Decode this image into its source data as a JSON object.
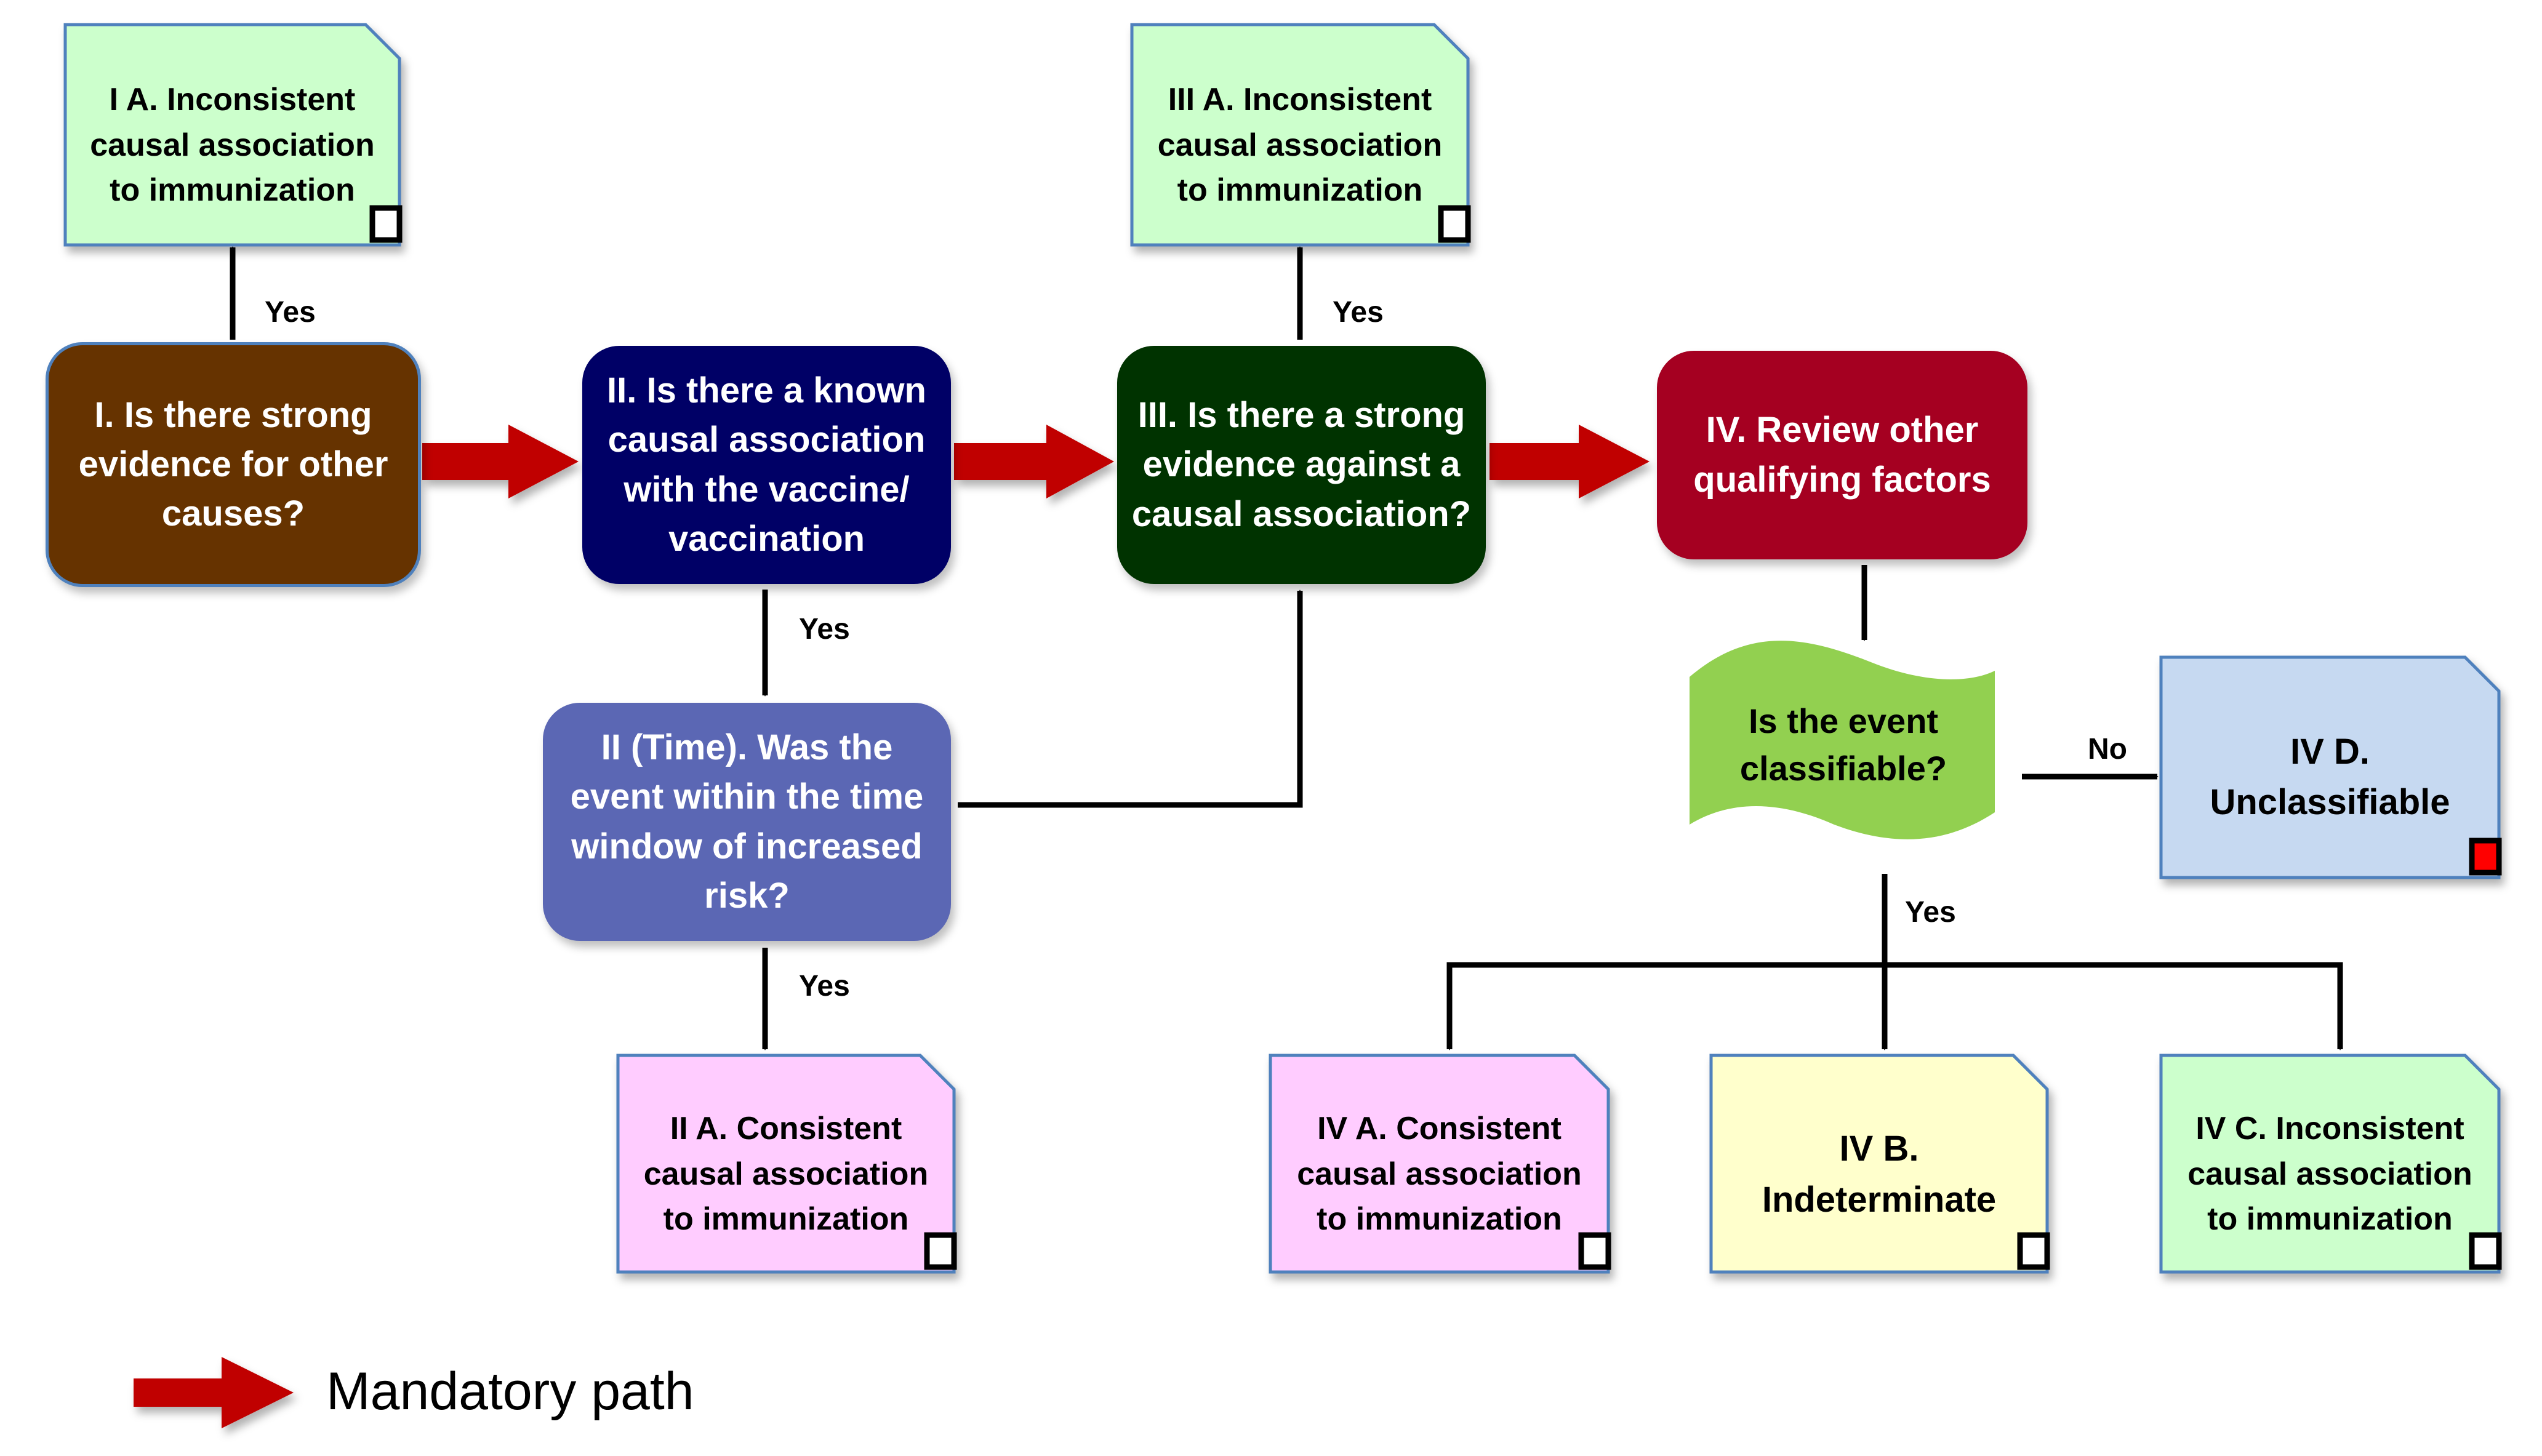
{
  "colors": {
    "mandatory_arrow": "#c00000",
    "node_I": "#663300",
    "node_II": "#000066",
    "node_II_time": "#5b67b4",
    "node_III": "#003300",
    "node_IV": "#a50021",
    "classifiable": "#92d050",
    "outcome_green": "#ccffcc",
    "outcome_pink": "#ffccff",
    "outcome_yellow": "#ffffcc",
    "outcome_blue": "#c6d9f1",
    "outcome_border": "#4f81bd",
    "marker_red": "#ff0000"
  },
  "nodes": {
    "I": "I. Is there strong evidence for other causes?",
    "II": "II. Is there a known causal association with the vaccine/ vaccination",
    "II_time": "II (Time). Was the event within the time window of increased risk?",
    "III": "III. Is there a strong evidence against a causal association?",
    "IV": "IV. Review other qualifying factors",
    "classifiable": "Is the event classifiable?"
  },
  "outcomes": {
    "IA": "I A. Inconsistent causal association to immunization",
    "IIA": "II A. Consistent causal association to immunization",
    "IIIA": "III A. Inconsistent causal association to immunization",
    "IVA": "IV A. Consistent causal association to immunization",
    "IVB": "IV B. Indeterminate",
    "IVC": "IV C. Inconsistent causal association to immunization",
    "IVD": "IV D. Unclassifiable"
  },
  "edge_labels": {
    "yes": "Yes",
    "no": "No"
  },
  "legend": {
    "mandatory_path": "Mandatory path"
  }
}
